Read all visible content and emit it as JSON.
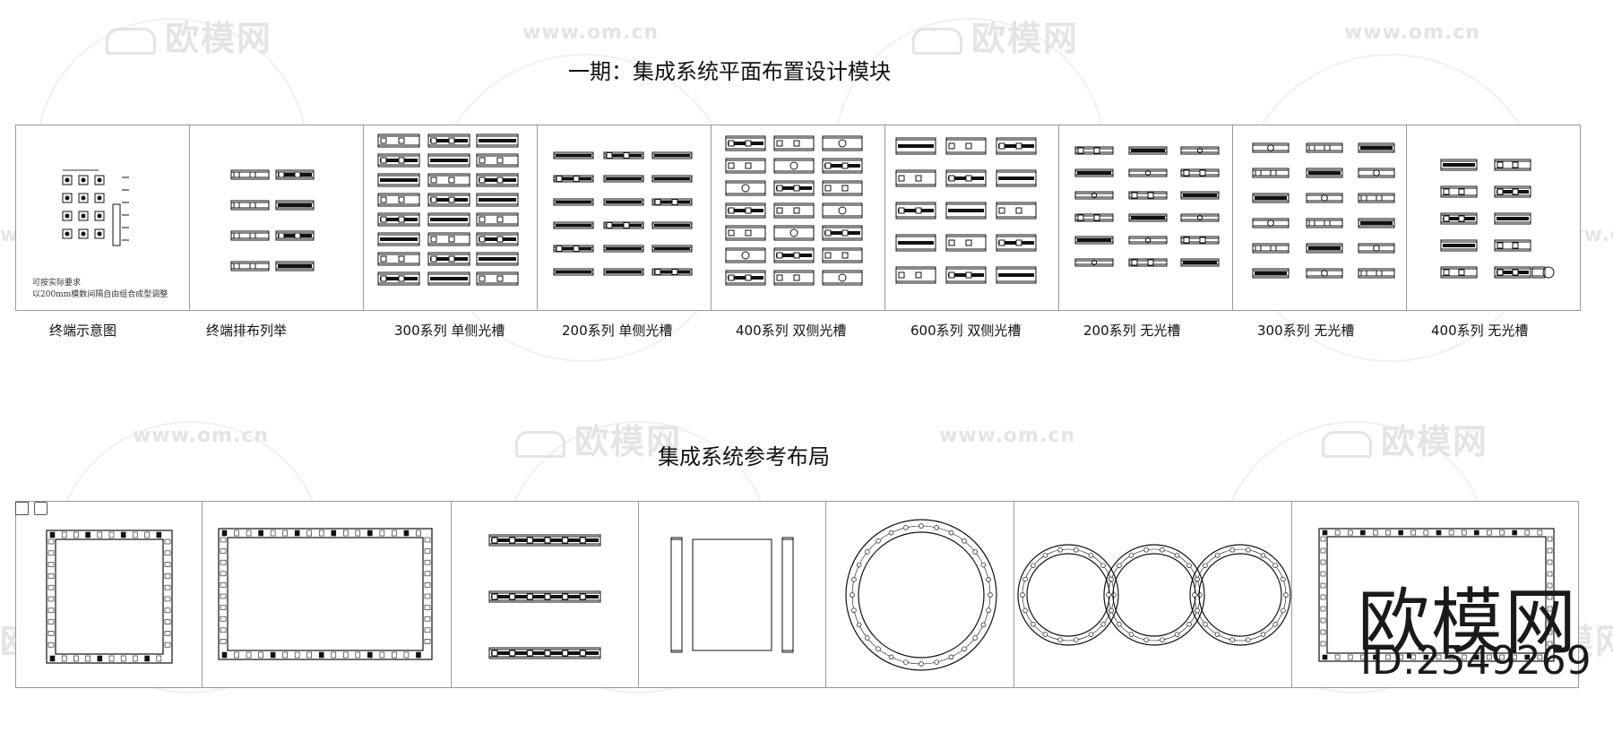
{
  "titles": {
    "phase1": "一期：集成系统平面布置设计模块",
    "reference": "集成系统参考布局"
  },
  "row1_captions": [
    "终端示意图",
    "终端排布列举",
    "300系列  单侧光槽",
    "200系列  单侧光槽",
    "400系列  双侧光槽",
    "600系列  双侧光槽",
    "200系列  无光槽",
    "300系列  无光槽",
    "400系列  无光槽"
  ],
  "terminal_note": [
    "可按实际要求",
    "以200mm模数间隔自由组合成型调整"
  ],
  "watermark": {
    "brand": "欧模网",
    "url": "www.om.cn"
  },
  "brand_logo": "欧模网",
  "brand_id": "ID:2549269",
  "colors": {
    "line": "#111111",
    "border": "#999999",
    "watermark": "#e4e4e4"
  }
}
